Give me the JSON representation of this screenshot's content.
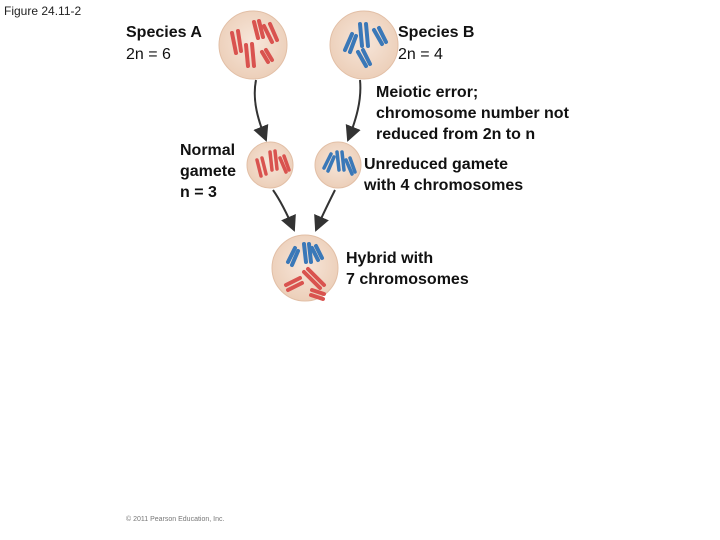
{
  "figure_label": "Figure 24.11-2",
  "species_a": {
    "title": "Species A",
    "ploidy": "2n = 6"
  },
  "species_b": {
    "title": "Species B",
    "ploidy": "2n = 4"
  },
  "meiotic_error": {
    "line1": "Meiotic error;",
    "line2": "chromosome number not",
    "line3": "reduced from 2n to n"
  },
  "normal_gamete": {
    "line1": "Normal",
    "line2": "gamete",
    "line3": "n = 3"
  },
  "unreduced_gamete": {
    "line1": "Unreduced gamete",
    "line2": "with 4 chromosomes"
  },
  "hybrid": {
    "line1": "Hybrid with",
    "line2": "7 chromosomes"
  },
  "copyright": "© 2011 Pearson Education, Inc.",
  "colors": {
    "cell_fill": "#f0d9c8",
    "cell_edge": "#e6c3aa",
    "red_chromosome": "#d9534f",
    "blue_chromosome": "#3a78b8",
    "arrow": "#333333"
  }
}
